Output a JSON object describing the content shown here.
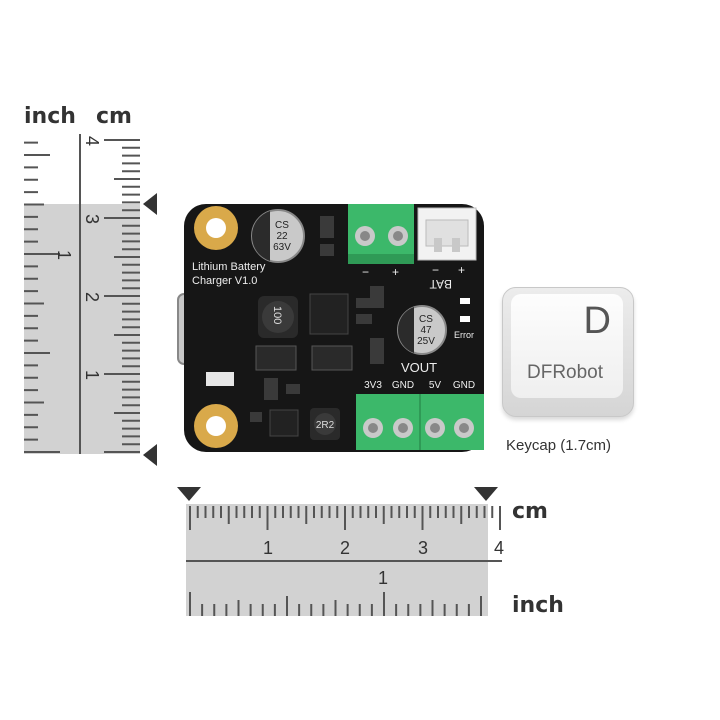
{
  "ruler_vertical": {
    "unit_left": "inch",
    "unit_right": "cm",
    "cm_labels": [
      "4",
      "3",
      "2",
      "1"
    ],
    "inch_labels": [
      "1"
    ]
  },
  "ruler_horizontal": {
    "unit_top": "cm",
    "unit_bottom": "inch",
    "cm_labels": [
      "1",
      "2",
      "3",
      "4"
    ],
    "inch_labels": [
      "1"
    ]
  },
  "board": {
    "title_line1": "Lithium Battery",
    "title_line2": "Charger V1.0",
    "cap_top": [
      "CS",
      "22",
      "63V"
    ],
    "cap_right": [
      "CS",
      "47",
      "25V"
    ],
    "inductor_main": "100",
    "inductor_small": "2R2",
    "bat_label": "BAT",
    "bat_minus": "−",
    "bat_plus": "+",
    "bat_plus2": "+",
    "bat_minus2": "−",
    "error_label": "Error",
    "vout_label": "VOUT",
    "pins": [
      "3V3",
      "GND",
      "5V",
      "GND"
    ]
  },
  "keycap": {
    "letter": "D",
    "brand": "DFRobot",
    "caption": "Keycap (1.7cm)"
  },
  "colors": {
    "ruler_fill": "#d2d2d2",
    "pcb": "#161616",
    "terminal_green": "#3cb86a",
    "gold": "#d9a94a",
    "marker": "#333333"
  }
}
